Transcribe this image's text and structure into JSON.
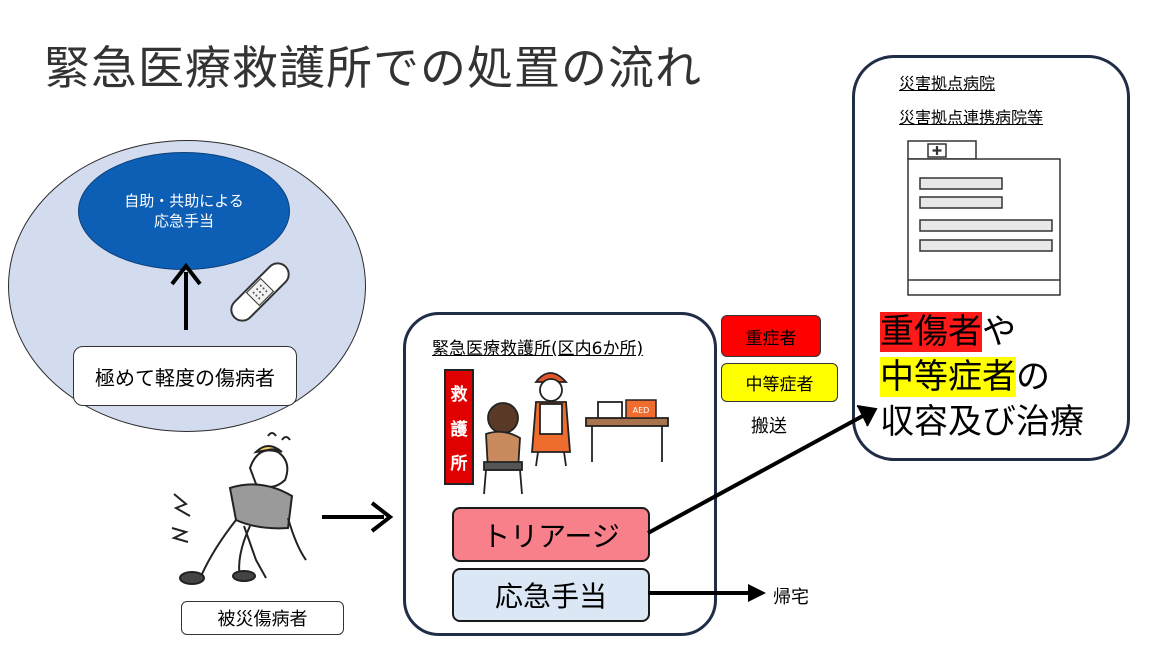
{
  "title": "緊急医療救護所での処置の流れ",
  "self_help": {
    "ellipse_line1": "自助・共助による",
    "ellipse_line2": "応急手当",
    "minor_injury": "極めて軽度の傷病者"
  },
  "victim_label": "被災傷病者",
  "aid_post": {
    "title": "緊急医療救護所(区内6か所)",
    "banner_chars": [
      "救",
      "護",
      "所"
    ],
    "aed_label": "AED",
    "triage": "トリアージ",
    "first_aid": "応急手当"
  },
  "transport": {
    "severe": "重症者",
    "moderate": "中等症者",
    "label": "搬送"
  },
  "home_label": "帰宅",
  "hospital": {
    "label1": "災害拠点病院",
    "label2": "災害拠点連携病院等",
    "severe_injured": "重傷者",
    "particle_ya": "や",
    "moderate": "中等症者",
    "particle_no": "の",
    "treatment": "収容及び治療"
  },
  "colors": {
    "circle_fill": "#d3dcef",
    "ellipse_fill": "#0d5fb6",
    "triage_fill": "#f7808a",
    "first_aid_fill": "#dbe7f5",
    "severe": "#ff0000",
    "moderate": "#ffff00",
    "frame": "#1f2d47"
  }
}
